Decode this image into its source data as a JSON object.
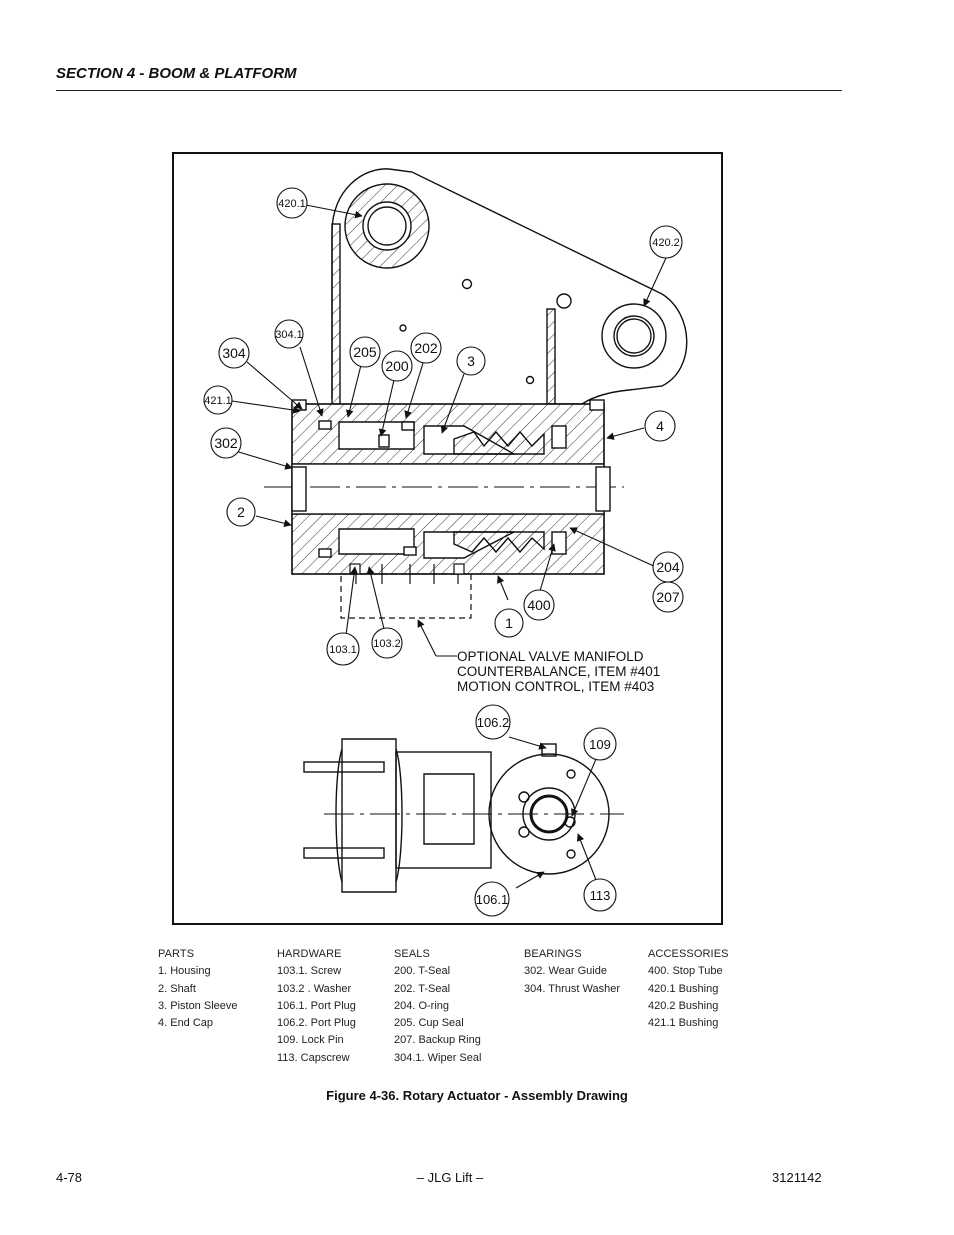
{
  "header": {
    "section_title": "SECTION 4 - BOOM & PLATFORM"
  },
  "figure": {
    "callouts": {
      "c420_1": "420.1",
      "c420_2": "420.2",
      "c205": "205",
      "c304_1": "304.1",
      "c302": "302",
      "c202": "202",
      "c200": "200",
      "c3": "3",
      "c304": "304",
      "c4": "4",
      "c421_1": "421.1",
      "c2": "2",
      "c204": "204",
      "c207": "207",
      "c400": "400",
      "c1": "1",
      "c103_1": "103.1",
      "c103_2": "103.2",
      "c106_2": "106.2",
      "c109": "109",
      "c106_1": "106.1",
      "c113": "113"
    },
    "note_lines": [
      "OPTIONAL VALVE MANIFOLD",
      "COUNTERBALANCE, ITEM #401",
      "MOTION CONTROL, ITEM #403"
    ]
  },
  "legend": {
    "parts": {
      "title": "PARTS",
      "items": [
        "1.  Housing",
        "2.  Shaft",
        "3.  Piston Sleeve",
        "4.  End Cap"
      ]
    },
    "hardware": {
      "title": "HARDWARE",
      "items": [
        "103.1.  Screw",
        "103.2 .  Washer",
        "106.1.  Port Plug",
        "106.2.  Port Plug",
        "109.    Lock Pin",
        "113.     Capscrew"
      ]
    },
    "seals": {
      "title": "SEALS",
      "items": [
        "200.    T-Seal",
        "202.    T-Seal",
        "204.    O-ring",
        "205.    Cup Seal",
        "207.    Backup Ring",
        "304.1.  Wiper Seal"
      ]
    },
    "bearings": {
      "title": "BEARINGS",
      "items": [
        "302.  Wear Guide",
        "304.  Thrust Washer"
      ]
    },
    "accessories": {
      "title": "ACCESSORIES",
      "items": [
        "400.  Stop Tube",
        "420.1  Bushing",
        "420.2  Bushing",
        "421.1  Bushing"
      ]
    }
  },
  "caption": "Figure 4-36.  Rotary Actuator - Assembly Drawing",
  "footer": {
    "page_number": "4-78",
    "center": "– JLG Lift –",
    "doc_number": "3121142"
  }
}
